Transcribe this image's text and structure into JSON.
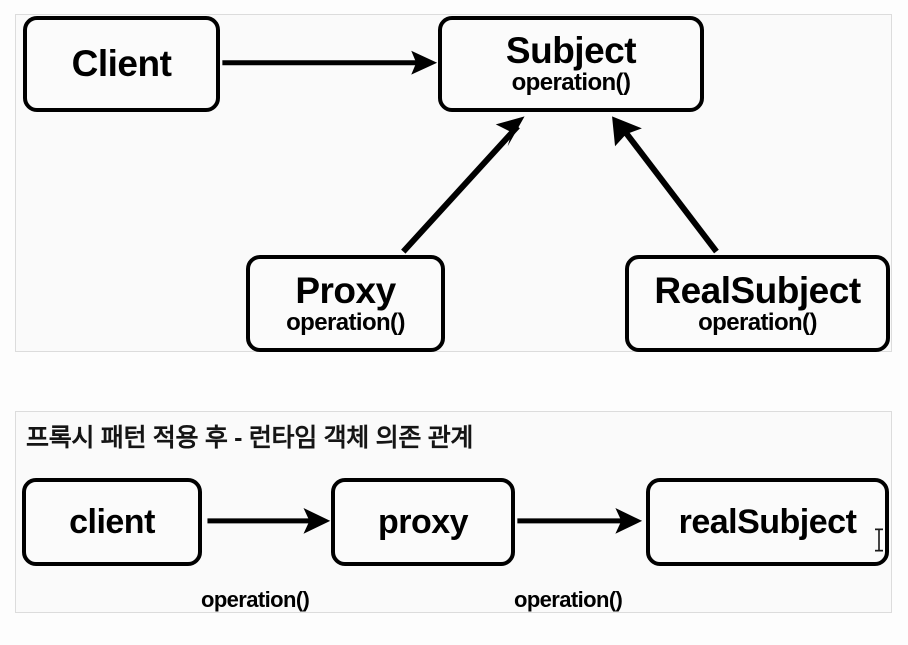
{
  "class_diagram": {
    "nodes": {
      "client": {
        "title": "Client"
      },
      "subject": {
        "title": "Subject",
        "operation": "operation()"
      },
      "proxy": {
        "title": "Proxy",
        "operation": "operation()"
      },
      "realsubject": {
        "title": "RealSubject",
        "operation": "operation()"
      }
    },
    "edges": [
      {
        "from": "client",
        "to": "subject",
        "kind": "association"
      },
      {
        "from": "proxy",
        "to": "subject",
        "kind": "generalization"
      },
      {
        "from": "realsubject",
        "to": "subject",
        "kind": "generalization"
      }
    ]
  },
  "runtime_diagram": {
    "title": "프록시 패턴 적용 후 - 런타임 객체 의존 관계",
    "nodes": {
      "client": {
        "title": "client"
      },
      "proxy": {
        "title": "proxy"
      },
      "realsubject": {
        "title": "realSubject"
      }
    },
    "edges": [
      {
        "from": "client",
        "to": "proxy",
        "label": "operation()"
      },
      {
        "from": "proxy",
        "to": "realsubject",
        "label": "operation()"
      }
    ]
  },
  "colors": {
    "page_background": "#fdfdfd",
    "panel_background": "#fafafa",
    "panel_border": "#dcdcdc",
    "node_stroke": "#000000",
    "node_fill": "#fbfbfb",
    "text": "#000000"
  }
}
